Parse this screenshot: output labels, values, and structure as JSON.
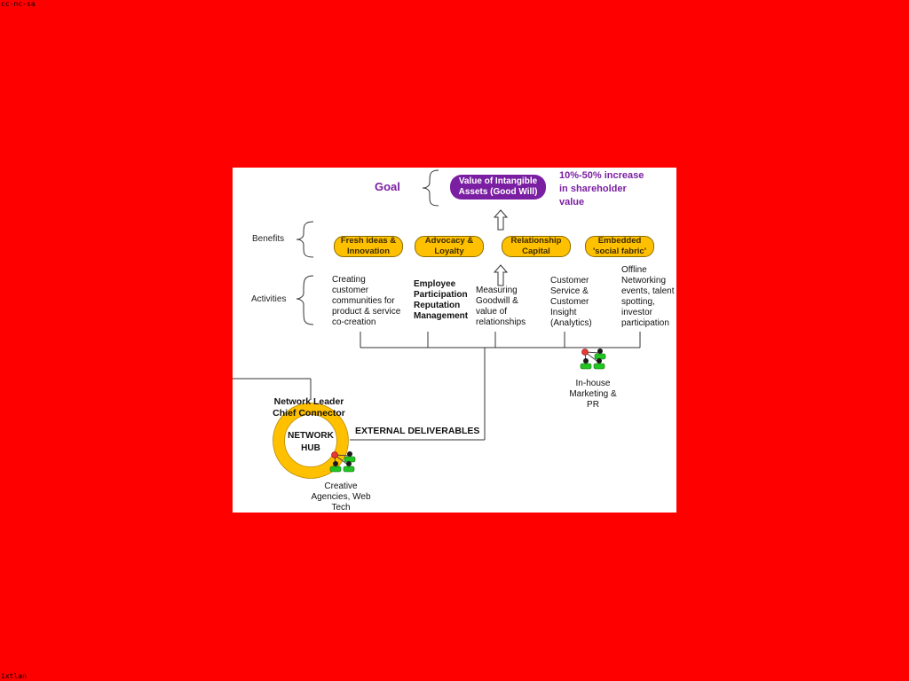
{
  "overlay": {
    "license": "cc-nc-sa",
    "author": "ixtlan"
  },
  "goal": {
    "label": "Goal",
    "box": "Value of Intangible\nAssets (Good Will)",
    "note": "10%-50% increase\nin shareholder\nvalue"
  },
  "benefits": {
    "label": "Benefits",
    "items": [
      "Fresh ideas &\nInnovation",
      "Advocacy &\nLoyalty",
      "Relationship\nCapital",
      "Embedded\n'social fabric'"
    ]
  },
  "activities": {
    "label": "Activities",
    "items": [
      "Creating\ncustomer\ncommunities for\nproduct & service\nco-creation",
      "Employee\nParticipation\nReputation\nManagement",
      "Measuring\nGoodwill &\nvalue of\nrelationships",
      "Customer\nService &\nCustomer\nInsight\n(Analytics)",
      "Offline\nNetworking\nevents, talent\nspotting,\ninvestor\nparticipation"
    ]
  },
  "inhouse": "In-house\nMarketing &\nPR",
  "leader": "Network Leader\nChief Connector",
  "hub": "NETWORK\nHUB",
  "external": "EXTERNAL DELIVERABLES",
  "agencies": "Creative\nAgencies, Web\nTech",
  "colors": {
    "background": "#ff0000",
    "goal": "#7b1fa2",
    "benefit": "#ffc000",
    "hub_ring": "#ffc000",
    "people": "#22c522"
  }
}
